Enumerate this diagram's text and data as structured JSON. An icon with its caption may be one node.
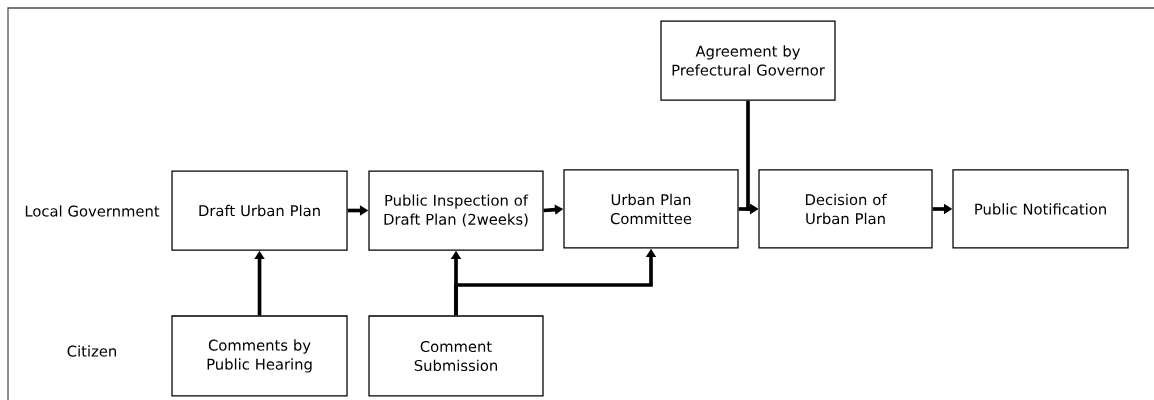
{
  "diagram": {
    "nodes": [
      {
        "text": [
          "Agreement by Prefectural Governor"
        ]
      },
      {
        "text": [
          "Draft Urban Plan"
        ]
      },
      {
        "text": [
          "Public Inspection of Draft Plan (2weeks)"
        ]
      },
      {
        "text": [
          "Urban Plan Committee"
        ]
      },
      {
        "text": [
          "Decision of Urban Plan"
        ]
      },
      {
        "text": [
          "Public Notification"
        ]
      },
      {
        "text": [
          "Comments by Public Hearing"
        ]
      },
      {
        "text": [
          "Comment Submission"
        ]
      }
    ],
    "edges": [
      {
        "from": 0,
        "to": 4,
        "arrow": "to"
      },
      {
        "from": 1,
        "to": 2,
        "arrow": "to"
      },
      {
        "from": 2,
        "to": 3,
        "arrow": "to"
      },
      {
        "from": 3,
        "to": 4,
        "arrow": "to"
      },
      {
        "from": 4,
        "to": 5,
        "arrow": "to"
      },
      {
        "from": 6,
        "to": 1,
        "arrow": "to"
      },
      {
        "from": 7,
        "to": 2,
        "arrow": "to"
      },
      {
        "from": 7,
        "to": 3,
        "arrow": "to"
      }
    ],
    "labels": [
      "Local Government",
      "Citizen"
    ]
  }
}
